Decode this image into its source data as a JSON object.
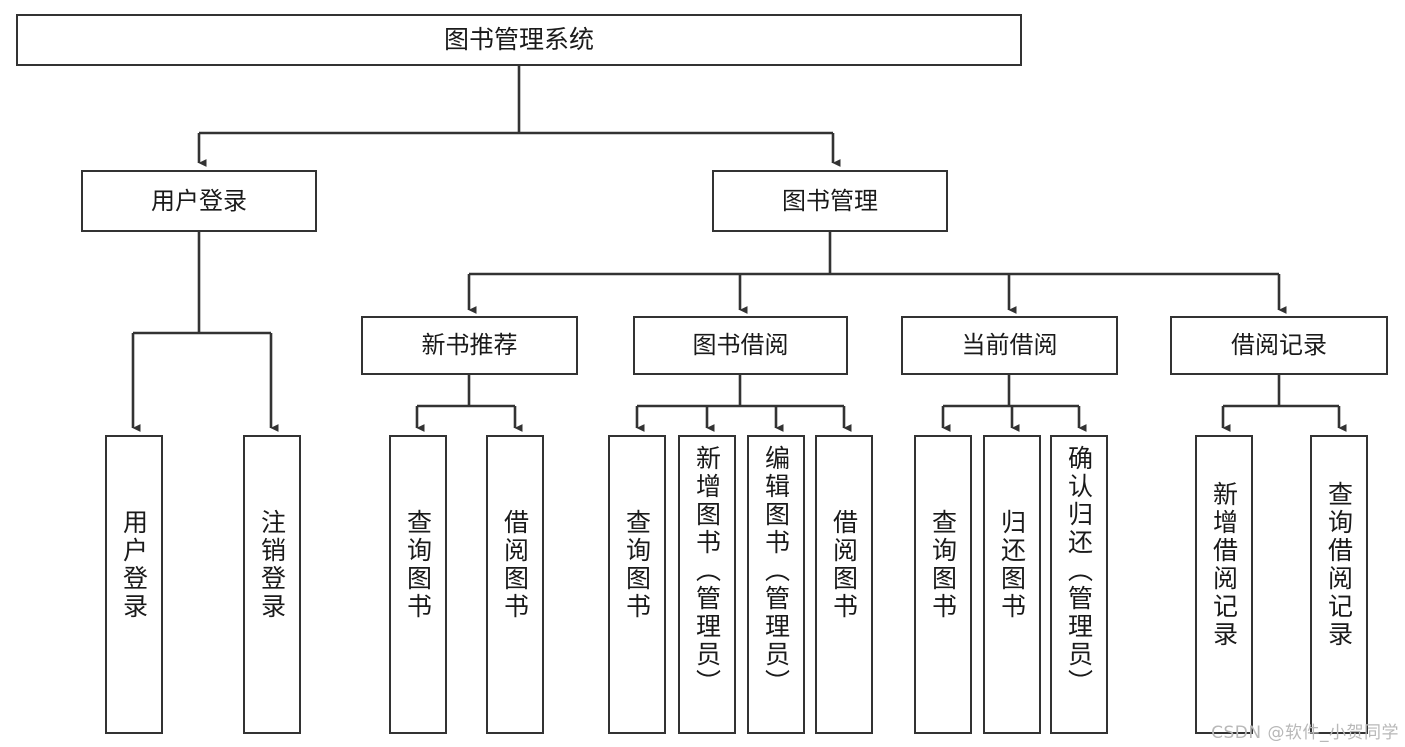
{
  "diagram": {
    "type": "tree-hierarchy-chart",
    "title": "图书管理系统",
    "watermark": "CSDN @软件_小贺同学",
    "colors": {
      "box_border": "#333333",
      "box_fill": "#ffffff",
      "line": "#333333",
      "text": "#1a1a1a",
      "watermark": "#b8b8b8"
    },
    "nodes": {
      "root": {
        "label": "图书管理系统"
      },
      "level2": [
        {
          "id": "user-login",
          "label": "用户登录"
        },
        {
          "id": "book-manage",
          "label": "图书管理"
        }
      ],
      "level3": [
        {
          "id": "new-book-recommend",
          "label": "新书推荐"
        },
        {
          "id": "book-borrow",
          "label": "图书借阅"
        },
        {
          "id": "current-borrow",
          "label": "当前借阅"
        },
        {
          "id": "borrow-record",
          "label": "借阅记录"
        }
      ],
      "leaves_user_login": [
        {
          "id": "leaf-user-login",
          "label": "用户登录"
        },
        {
          "id": "leaf-logout-login",
          "label": "注销登录"
        }
      ],
      "leaves_new_book_recommend": [
        {
          "id": "leaf-query-book-1",
          "label": "查询图书"
        },
        {
          "id": "leaf-borrow-book-1",
          "label": "借阅图书"
        }
      ],
      "leaves_book_borrow": [
        {
          "id": "leaf-query-book-2",
          "label": "查询图书"
        },
        {
          "id": "leaf-add-book",
          "label": "新增图书（管理员）"
        },
        {
          "id": "leaf-edit-book",
          "label": "编辑图书（管理员）"
        },
        {
          "id": "leaf-borrow-book-2",
          "label": "借阅图书"
        }
      ],
      "leaves_current_borrow": [
        {
          "id": "leaf-query-book-3",
          "label": "查询图书"
        },
        {
          "id": "leaf-return-book",
          "label": "归还图书"
        },
        {
          "id": "leaf-confirm-return",
          "label": "确认归还（管理员）"
        }
      ],
      "leaves_borrow_record": [
        {
          "id": "leaf-add-borrow-record",
          "label": "新增借阅记录"
        },
        {
          "id": "leaf-query-borrow-record",
          "label": "查询借阅记录"
        }
      ]
    }
  }
}
